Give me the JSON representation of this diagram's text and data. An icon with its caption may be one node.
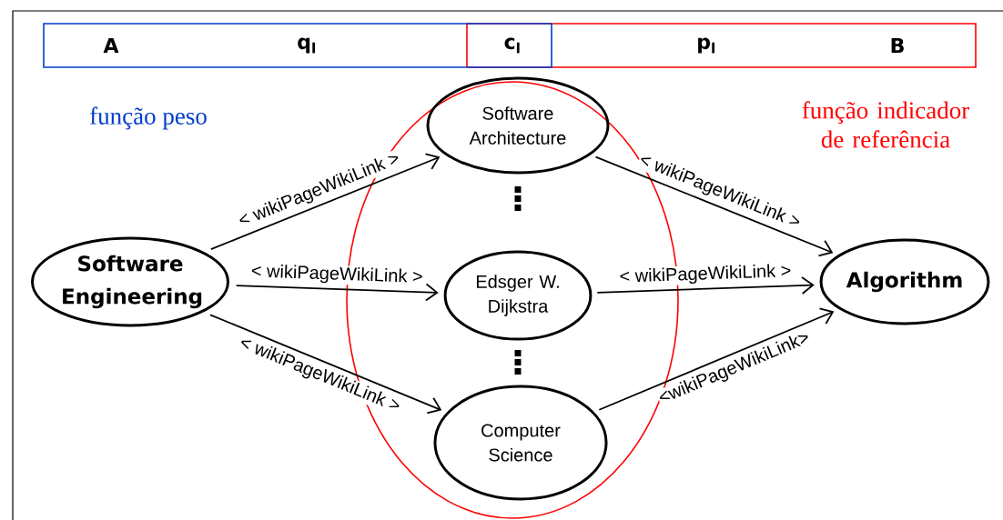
{
  "diagram": {
    "nodes": [
      {
        "text": [
          "A",
          "q$_{l}$"
        ]
      },
      {
        "text": [
          "p$_{l}$",
          "B"
        ]
      },
      {
        "text": [],
        "shape": "ellipse"
      },
      {
        "text": [
          "Software Engineering"
        ]
      },
      {
        "text": [
          "Software Architecture"
        ],
        "in": 2
      },
      {
        "text": [
          "Edsger W. Dijkstra"
        ],
        "in": 2
      },
      {
        "text": [
          "Computer Science"
        ],
        "in": 2
      },
      {
        "text": [
          "Algorithm"
        ]
      }
    ],
    "edges": [
      {
        "from": 3,
        "to": 4,
        "arrow": "to",
        "label": "< wikiPageWikiLink >"
      },
      {
        "from": 3,
        "to": 5,
        "arrow": "to",
        "label": "< wikiPageWikiLink >"
      },
      {
        "from": 3,
        "to": 6,
        "arrow": "to",
        "label": "< wikiPageWikiLink >"
      },
      {
        "from": 4,
        "to": 7,
        "arrow": "to",
        "label": "< wikiPageWikiLink >"
      },
      {
        "from": 5,
        "to": 7,
        "arrow": "to",
        "label": "< wikiPageWikiLink >"
      },
      {
        "from": 6,
        "to": 7,
        "arrow": "to",
        "label": "<wikiPageWikiLink>"
      }
    ],
    "labels": [
      "c$_{l}$",
      "função peso",
      "função indicador de referência"
    ]
  }
}
